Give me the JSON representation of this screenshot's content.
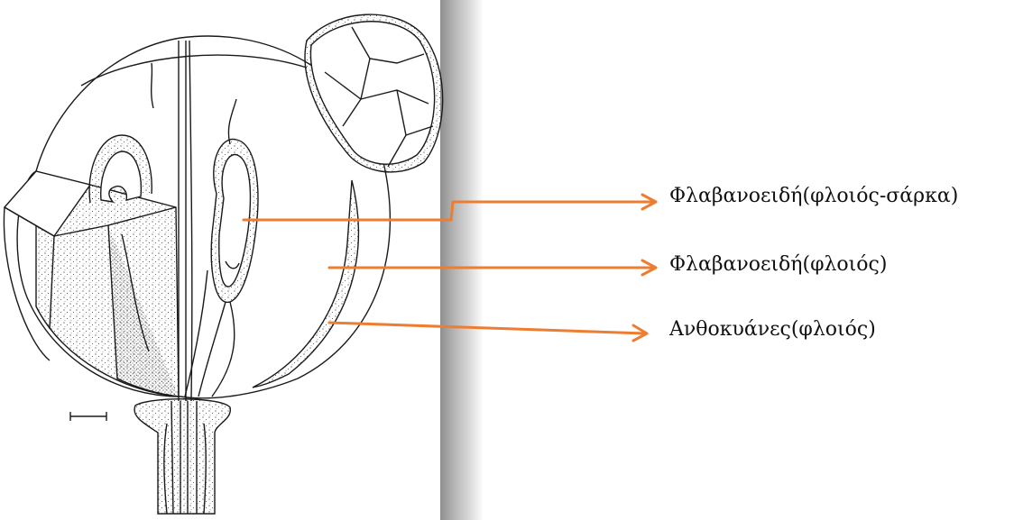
{
  "labels": [
    {
      "text": "Φλαβανοειδή(φλοιός-σάρκα)"
    },
    {
      "text": "Φλαβανοειδή(φλοιός)"
    },
    {
      "text": "Ανθοκυάνες(φλοιός)"
    }
  ],
  "colors": {
    "arrow": "#ed7d31",
    "line_art": "#1a1a1a"
  }
}
